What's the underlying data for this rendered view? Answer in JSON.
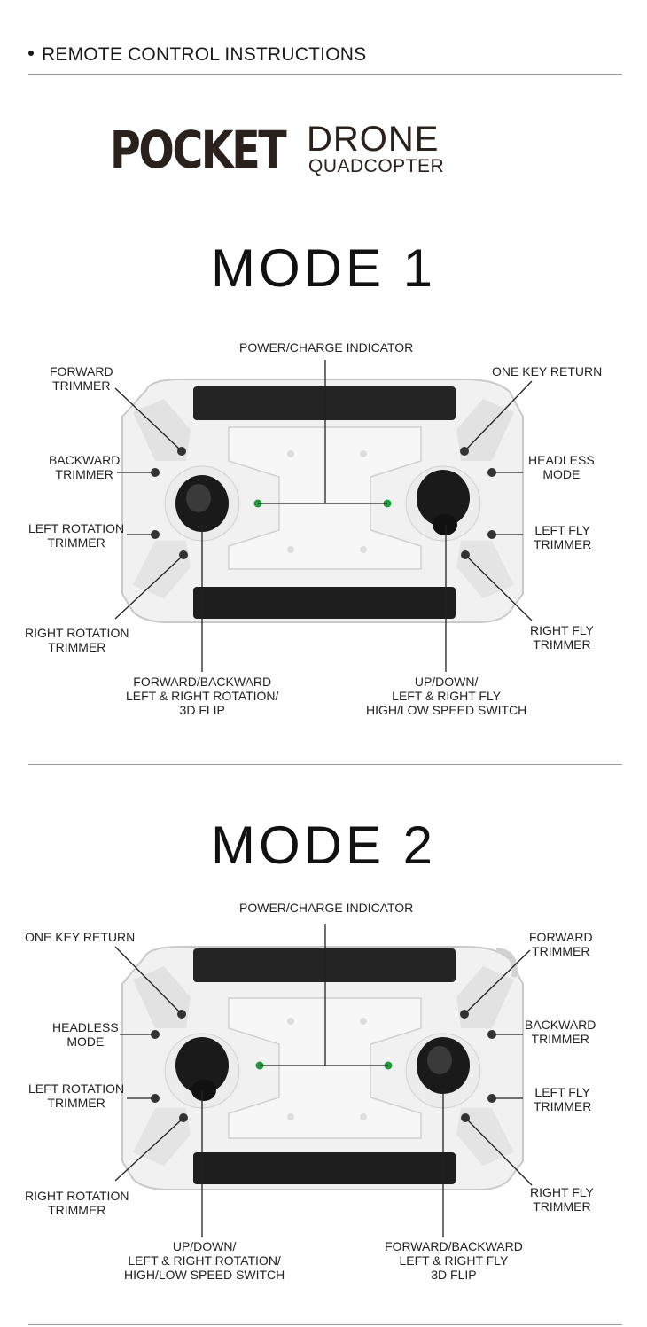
{
  "header": {
    "title": "REMOTE CONTROL INSTRUCTIONS"
  },
  "logo": {
    "word1": "POCKET",
    "word2": "DRONE",
    "word3": "QUADCOPTER"
  },
  "mode1": {
    "title": "MODE 1",
    "labels": {
      "power": "POWER/CHARGE INDICATOR",
      "fwd_trim_1": "FORWARD",
      "fwd_trim_2": "TRIMMER",
      "one_key": "ONE KEY RETURN",
      "bwd_trim_1": "BACKWARD",
      "bwd_trim_2": "TRIMMER",
      "headless_1": "HEADLESS",
      "headless_2": "MODE",
      "lrot_1": "LEFT ROTATION",
      "lrot_2": "TRIMMER",
      "lfly_1": "LEFT FLY",
      "lfly_2": "TRIMMER",
      "rrot_1": "RIGHT ROTATION",
      "rrot_2": "TRIMMER",
      "rfly_1": "RIGHT FLY",
      "rfly_2": "TRIMMER",
      "lstick_1": "FORWARD/BACKWARD",
      "lstick_2": "LEFT & RIGHT ROTATION/",
      "lstick_3": "3D FLIP",
      "rstick_1": "UP/DOWN/",
      "rstick_2": "LEFT & RIGHT FLY",
      "rstick_3": "HIGH/LOW SPEED SWITCH"
    }
  },
  "mode2": {
    "title": "MODE 2",
    "labels": {
      "power": "POWER/CHARGE INDICATOR",
      "one_key": "ONE KEY RETURN",
      "fwd_trim_1": "FORWARD",
      "fwd_trim_2": "TRIMMER",
      "headless_1": "HEADLESS",
      "headless_2": "MODE",
      "bwd_trim_1": "BACKWARD",
      "bwd_trim_2": "TRIMMER",
      "lrot_1": "LEFT ROTATION",
      "lrot_2": "TRIMMER",
      "lfly_1": "LEFT FLY",
      "lfly_2": "TRIMMER",
      "rrot_1": "RIGHT ROTATION",
      "rrot_2": "TRIMMER",
      "rfly_1": "RIGHT FLY",
      "rfly_2": "TRIMMER",
      "lstick_1": "UP/DOWN/",
      "lstick_2": "LEFT & RIGHT ROTATION/",
      "lstick_3": "HIGH/LOW SPEED SWITCH",
      "rstick_1": "FORWARD/BACKWARD",
      "rstick_2": "LEFT & RIGHT FLY",
      "rstick_3": "3D FLIP"
    }
  },
  "colors": {
    "led": "#1f9a3a",
    "body": "#f1f1f1",
    "grip": "#1e1e1e"
  }
}
